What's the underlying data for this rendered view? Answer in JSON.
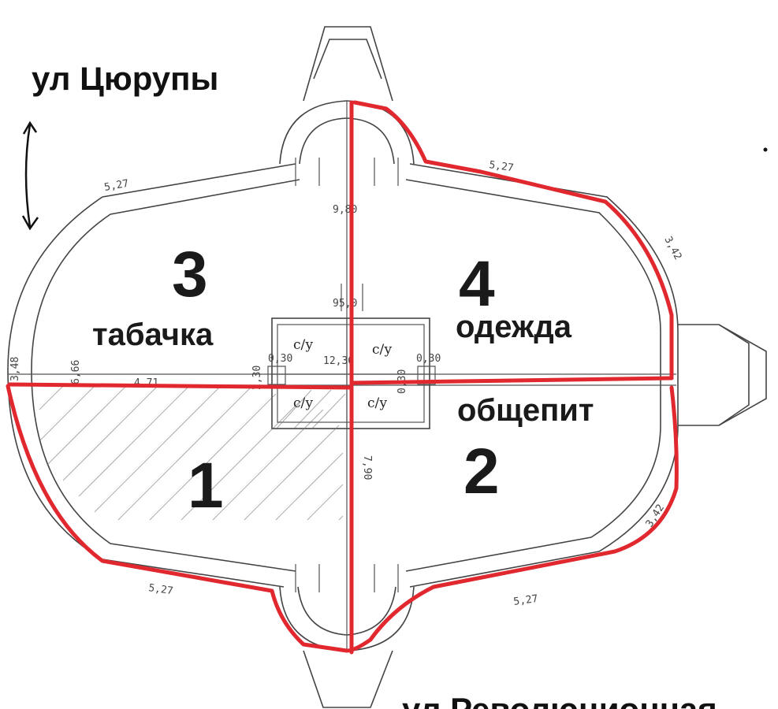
{
  "streets": {
    "top": "ул Цюрупы",
    "bottom": "ул Революционная"
  },
  "zones": [
    {
      "number": "1",
      "label": ""
    },
    {
      "number": "2",
      "label": "общепит"
    },
    {
      "number": "3",
      "label": "табачка"
    },
    {
      "number": "4",
      "label": "одежда"
    }
  ],
  "restroom_label": "с/у",
  "dimensions": {
    "top_left_wall": "5,27",
    "top_right_wall": "5,27",
    "bottom_left_wall": "5,27",
    "bottom_right_wall": "5,27",
    "right_upper_wall": "3,42",
    "right_lower_wall": "3,42",
    "center_vertical_top": "9,80",
    "center_vertical_bottom": "7,90",
    "center_small": "95,0",
    "center_horizontal": "12,36",
    "left_edge": "3,48",
    "left_inner": "6,66",
    "left_horizontal": "4,71",
    "wc_left_width": "0,30",
    "wc_right_width": "0,30",
    "wc_left_height": "2,30",
    "wc_right_height": "0,30"
  },
  "colors": {
    "zone_outline": "#e0282e",
    "plan_lines": "#444444"
  }
}
